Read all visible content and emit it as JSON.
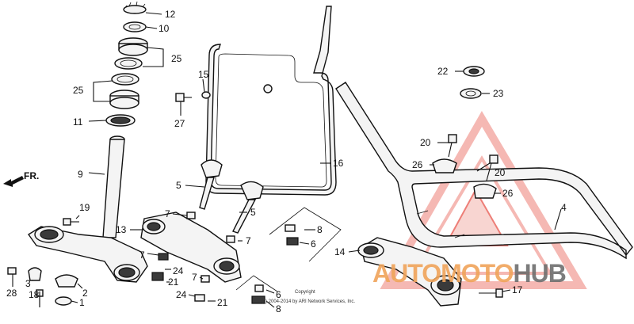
{
  "diagram": {
    "direction_label": "FR.",
    "callouts": [
      {
        "id": "c12a",
        "text": "12"
      },
      {
        "id": "c10",
        "text": "10"
      },
      {
        "id": "c25a",
        "text": "25"
      },
      {
        "id": "c25b",
        "text": "25"
      },
      {
        "id": "c11",
        "text": "11"
      },
      {
        "id": "c9",
        "text": "9"
      },
      {
        "id": "c15",
        "text": "15"
      },
      {
        "id": "c27",
        "text": "27"
      },
      {
        "id": "c16",
        "text": "16"
      },
      {
        "id": "c22",
        "text": "22"
      },
      {
        "id": "c23",
        "text": "23"
      },
      {
        "id": "c20a",
        "text": "20"
      },
      {
        "id": "c26a",
        "text": "26"
      },
      {
        "id": "c20b",
        "text": "20"
      },
      {
        "id": "c26b",
        "text": "26"
      },
      {
        "id": "c4",
        "text": "4"
      },
      {
        "id": "c5a",
        "text": "5"
      },
      {
        "id": "c5b",
        "text": "5"
      },
      {
        "id": "c19",
        "text": "19"
      },
      {
        "id": "c13",
        "text": "13"
      },
      {
        "id": "c7a",
        "text": "7"
      },
      {
        "id": "c7b",
        "text": "7"
      },
      {
        "id": "c7c",
        "text": "7"
      },
      {
        "id": "c7d",
        "text": "7"
      },
      {
        "id": "c24a",
        "text": "24"
      },
      {
        "id": "c24b",
        "text": "24"
      },
      {
        "id": "c21a",
        "text": "21"
      },
      {
        "id": "c21b",
        "text": "21"
      },
      {
        "id": "c8a",
        "text": "8"
      },
      {
        "id": "c8b",
        "text": "8"
      },
      {
        "id": "c6a",
        "text": "6"
      },
      {
        "id": "c6b",
        "text": "6"
      },
      {
        "id": "c14",
        "text": "14"
      },
      {
        "id": "c17",
        "text": "17"
      },
      {
        "id": "c28",
        "text": "28"
      },
      {
        "id": "c3",
        "text": "3"
      },
      {
        "id": "c2",
        "text": "2"
      },
      {
        "id": "c18",
        "text": "18"
      },
      {
        "id": "c1",
        "text": "1"
      }
    ],
    "copyright": [
      "Copyright",
      "(c) 2004-2014 by ARI Network Services, Inc."
    ]
  },
  "watermark": {
    "brand_part1": "AUTOMOTO",
    "brand_part2": "HUB",
    "colors": {
      "accent": "#e8534a",
      "accent_light": "#f2a19a",
      "orange": "#f0a45a",
      "gray": "#6e6e6e"
    }
  }
}
